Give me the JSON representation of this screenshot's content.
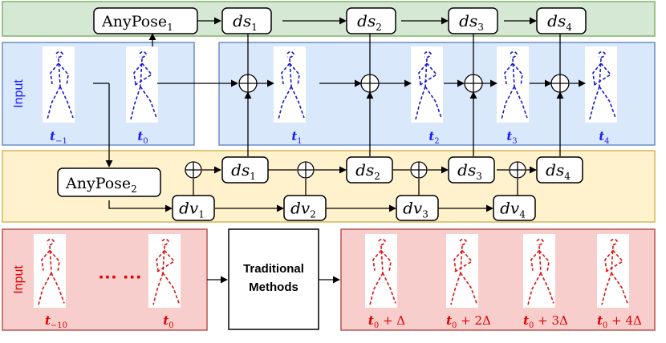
{
  "colors": {
    "green_panel_fill": "#d5e8d4",
    "green_panel_stroke": "#82b366",
    "blue_panel_fill": "#dae8fc",
    "blue_panel_stroke": "#6c8ebf",
    "yellow_panel_fill": "#fff2cc",
    "yellow_panel_stroke": "#d6b656",
    "red_panel_fill": "#f8cecc",
    "red_panel_stroke": "#b85450",
    "blue_text": "#1a1aff",
    "blue_pose": "#1a1acc",
    "red_text": "#e00000",
    "red_pose": "#e01010",
    "black": "#000000"
  },
  "labels": {
    "input_top": "Input",
    "input_bottom": "Input",
    "anypose1_main": "AnyPose",
    "anypose1_sub": "1",
    "anypose2_main": "AnyPose",
    "anypose2_sub": "2",
    "ds": "ds",
    "dv": "dv",
    "ellipsis": "··· ···",
    "traditional_line1": "Traditional",
    "traditional_line2": "Methods"
  },
  "subscripts": [
    "1",
    "2",
    "3",
    "4"
  ],
  "time_labels_top": [
    {
      "base": "t",
      "sub": "−1"
    },
    {
      "base": "t",
      "sub": "0"
    },
    {
      "base": "t",
      "sub": "1"
    },
    {
      "base": "t",
      "sub": "2"
    },
    {
      "base": "t",
      "sub": "3"
    },
    {
      "base": "t",
      "sub": "4"
    }
  ],
  "time_labels_bottom": [
    {
      "base": "t",
      "sub": "−10"
    },
    {
      "base": "t",
      "sub": "0"
    },
    {
      "base": "t",
      "sub": "0",
      "suffix": " + Δ"
    },
    {
      "base": "t",
      "sub": "0",
      "suffix": " + 2Δ"
    },
    {
      "base": "t",
      "sub": "0",
      "suffix": " + 3Δ"
    },
    {
      "base": "t",
      "sub": "0",
      "suffix": " + 4Δ"
    }
  ],
  "icons": {
    "sum_node": "circled-plus-icon",
    "pose_figure": "dashed-skeleton-icon"
  }
}
